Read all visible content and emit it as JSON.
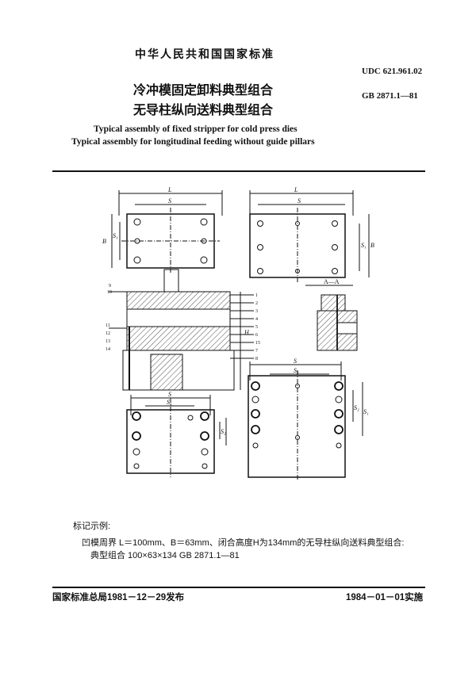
{
  "header": {
    "standard_name": "中华人民共和国国家标准",
    "udc": "UDC 621.961.02",
    "gb_code": "GB 2871.1—81"
  },
  "title": {
    "cn_line1": "冷冲模固定卸料典型组合",
    "cn_line2": "无导柱纵向送料典型组合",
    "en_line1": "Typical assembly of fixed stripper for cold press dies",
    "en_line2": "Typical assembly for longitudinal feeding without guide pillars"
  },
  "drawing": {
    "dim_L": "L",
    "dim_S": "S",
    "dim_B": "B",
    "dim_S1": "S₁",
    "dim_S2": "S₂",
    "dim_H": "H",
    "section_label": "A—A",
    "part_numbers_left": [
      "9",
      "10",
      "11",
      "12",
      "13",
      "14"
    ],
    "part_numbers_right": [
      "1",
      "2",
      "3",
      "4",
      "5",
      "6",
      "15",
      "7",
      "8"
    ]
  },
  "marking": {
    "heading": "标记示例:",
    "line1": "凹模周界  L＝100mm、B＝63mm、闭合高度H为134mm的无导柱纵向送料典型组合:",
    "line2": "典型组合  100×63×134  GB 2871.1—81"
  },
  "footer": {
    "published": "国家标准总局1981－12－29发布",
    "implemented": "1984－01－01实施"
  }
}
